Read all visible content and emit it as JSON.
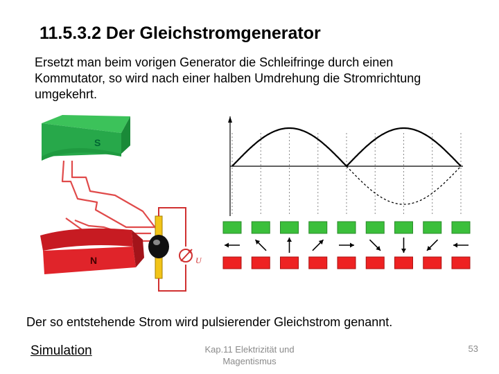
{
  "slide": {
    "title": "11.5.3.2 Der Gleichstromgenerator",
    "intro_lines": [
      "Ersetzt man beim vorigen Generator die Schleifringe durch einen",
      "Kommutator, so wird nach einer halben Umdrehung die Stromrichtung",
      "umgekehrt."
    ],
    "conclusion": "Der so entstehende Strom wird pulsierender Gleichstrom genannt.",
    "simulation_link": "Simulation",
    "footer_lines": [
      "Kap.11 Elektrizität und",
      "Magentismus"
    ],
    "page_number": "53"
  },
  "diagram": {
    "magnet_north_label": "N",
    "magnet_south_label": "S",
    "meter_label": "U",
    "colors": {
      "north_pole": "#e0242a",
      "south_pole": "#27a84a",
      "loop_wire": "#e04a4a",
      "commutator": "#f2c418",
      "waveform": "#000000"
    },
    "loop_orientations_deg": [
      0,
      45,
      90,
      135,
      180,
      225,
      270,
      315,
      0
    ],
    "waveform": {
      "periods_shown": 2,
      "rectified": true,
      "dashed_negative_half": true
    }
  }
}
